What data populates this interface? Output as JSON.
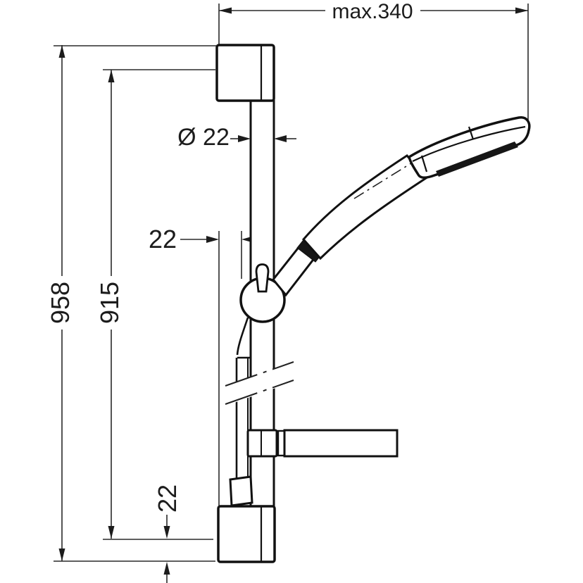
{
  "drawing": {
    "title": "shower-rail-set-dimension-drawing",
    "dimensions": {
      "max_bracket_span": "max.340",
      "rail_diameter": "Ø 22",
      "holder_offset": "22",
      "total_length": "958",
      "mounting_distance": "915",
      "bottom_offset": "22"
    },
    "colors": {
      "line_thick": "#111111",
      "line_thin": "#2a2a2a",
      "background": "#ffffff",
      "dark_fill": "#161616"
    }
  }
}
